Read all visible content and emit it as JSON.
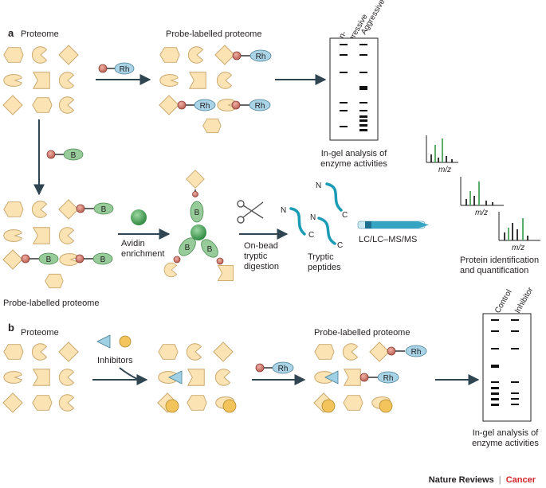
{
  "panel_a": {
    "letter": "a",
    "proteome_label": "Proteome",
    "probe_labelled_top": "Probe-labelled proteome",
    "probe_labelled_bottom": "Probe-labelled proteome",
    "rh_tag": "Rh",
    "b_tag": "B",
    "gel_lane_1_line1": "Non-",
    "gel_lane_1_line2": "aggressive",
    "gel_lane_2": "Aggressive",
    "gel_caption_line1": "In-gel analysis of",
    "gel_caption_line2": "enzyme activities",
    "avidin_line1": "Avidin",
    "avidin_line2": "enrichment",
    "digestion_line1": "On-bead",
    "digestion_line2": "tryptic",
    "digestion_line3": "digestion",
    "peptides_line1": "Tryptic",
    "peptides_line2": "peptides",
    "n_terminus": "N",
    "c_terminus": "C",
    "lcms": "LC/LC–MS/MS",
    "mz": "m/z",
    "protein_id_line1": "Protein identification",
    "protein_id_line2": "and quantification"
  },
  "panel_b": {
    "letter": "b",
    "proteome_label": "Proteome",
    "inhibitors": "Inhibitors",
    "probe_labelled": "Probe-labelled proteome",
    "rh_tag": "Rh",
    "gel_lane_1": "Control",
    "gel_lane_2": "Inhibitor",
    "gel_caption_line1": "In-gel analysis of",
    "gel_caption_line2": "enzyme activities"
  },
  "credit": {
    "journal": "Nature Reviews",
    "separator": "|",
    "section": "Cancer"
  },
  "colors": {
    "protein_fill": "#fbe3b4",
    "protein_stroke": "#c9a66b",
    "arrow": "#2f4552",
    "rh_fill": "#a9d3e6",
    "b_fill": "#97cc9a",
    "bead": "#3f9a4e",
    "peptide": "#1c9bb5",
    "inhibitor_triangle": "#9fd0e3",
    "inhibitor_circle": "#f2c45b",
    "ms_green": "#4aa35a",
    "accent_cancer": "#d2232a"
  }
}
